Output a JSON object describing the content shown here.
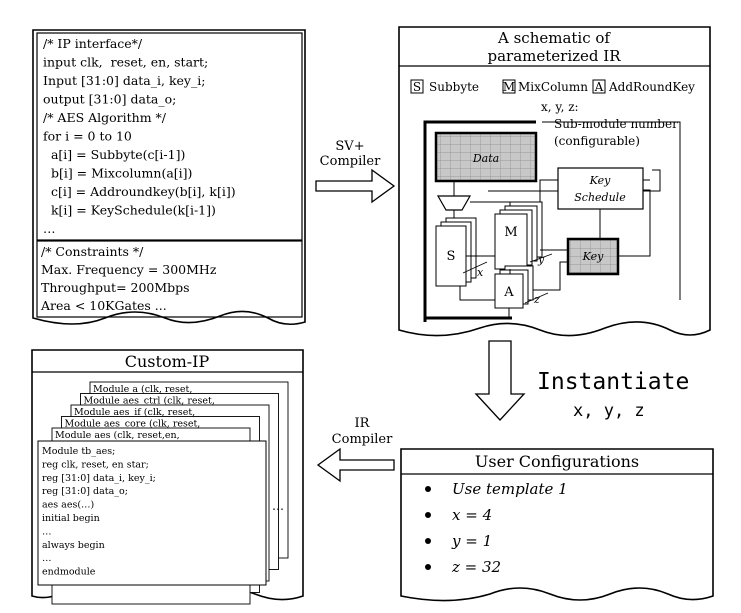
{
  "code_panel": {
    "lines": [
      "/* IP interface*/",
      "input clk,  reset, en, start;",
      "Input [31:0] data_i, key_i;",
      "output [31:0] data_o;",
      "/* AES Algorithm */",
      "for i = 0 to 10",
      "  a[i] = Subbyte(c[i-1])",
      "  b[i] = Mixcolumn(a[i])",
      "  c[i] = Addroundkey(b[i], k[i])",
      "  k[i] = KeySchedule(k[i-1])",
      "…"
    ],
    "constraints": [
      "/* Constraints */",
      "Max. Frequency = 300MHz",
      "Throughput= 200Mbps",
      "Area < 10KGates ..."
    ]
  },
  "arrows": {
    "sv_compiler": [
      "SV+",
      "Compiler"
    ],
    "ir_compiler": [
      "IR",
      "Compiler"
    ],
    "instantiate": "Instantiate",
    "instantiate_vars": "x, y, z"
  },
  "schematic": {
    "title_lines": [
      "A schematic of",
      "parameterized IR"
    ],
    "legend": [
      {
        "key": "S",
        "label": "Subbyte"
      },
      {
        "key": "M",
        "label": "MixColumn"
      },
      {
        "key": "A",
        "label": "AddRoundKey"
      }
    ],
    "note_lines": [
      "x, y, z:",
      "Sub-module number",
      "(configurable)"
    ],
    "data_label": "Data",
    "key_schedule_lines": [
      "Key",
      "Schedule"
    ],
    "key_label": "Key",
    "s_label": "S",
    "m_label": "M",
    "a_label": "A",
    "x_label": "x",
    "y_label": "y",
    "z_label": "z"
  },
  "custom_ip": {
    "title": "Custom-IP",
    "stack_headers": [
      "Module a (clk, reset,",
      "Module aes_ctrl (clk, reset,",
      "Module aes_if (clk, reset,",
      "Module aes_core (clk, reset,",
      "Module aes (clk, reset,en,"
    ],
    "front_lines": [
      "Module tb_aes;",
      "reg clk,  reset, en star;",
      "reg [31:0] data_i, key_i;",
      "reg [31:0] data_o;",
      "aes aes(…)",
      "initial begin",
      "…",
      "always begin",
      "…",
      "endmodule"
    ],
    "ellipsis": "…"
  },
  "user_config": {
    "title": "User Configurations",
    "items": [
      "Use template 1",
      "x = 4",
      "y = 1",
      "z = 32"
    ]
  }
}
